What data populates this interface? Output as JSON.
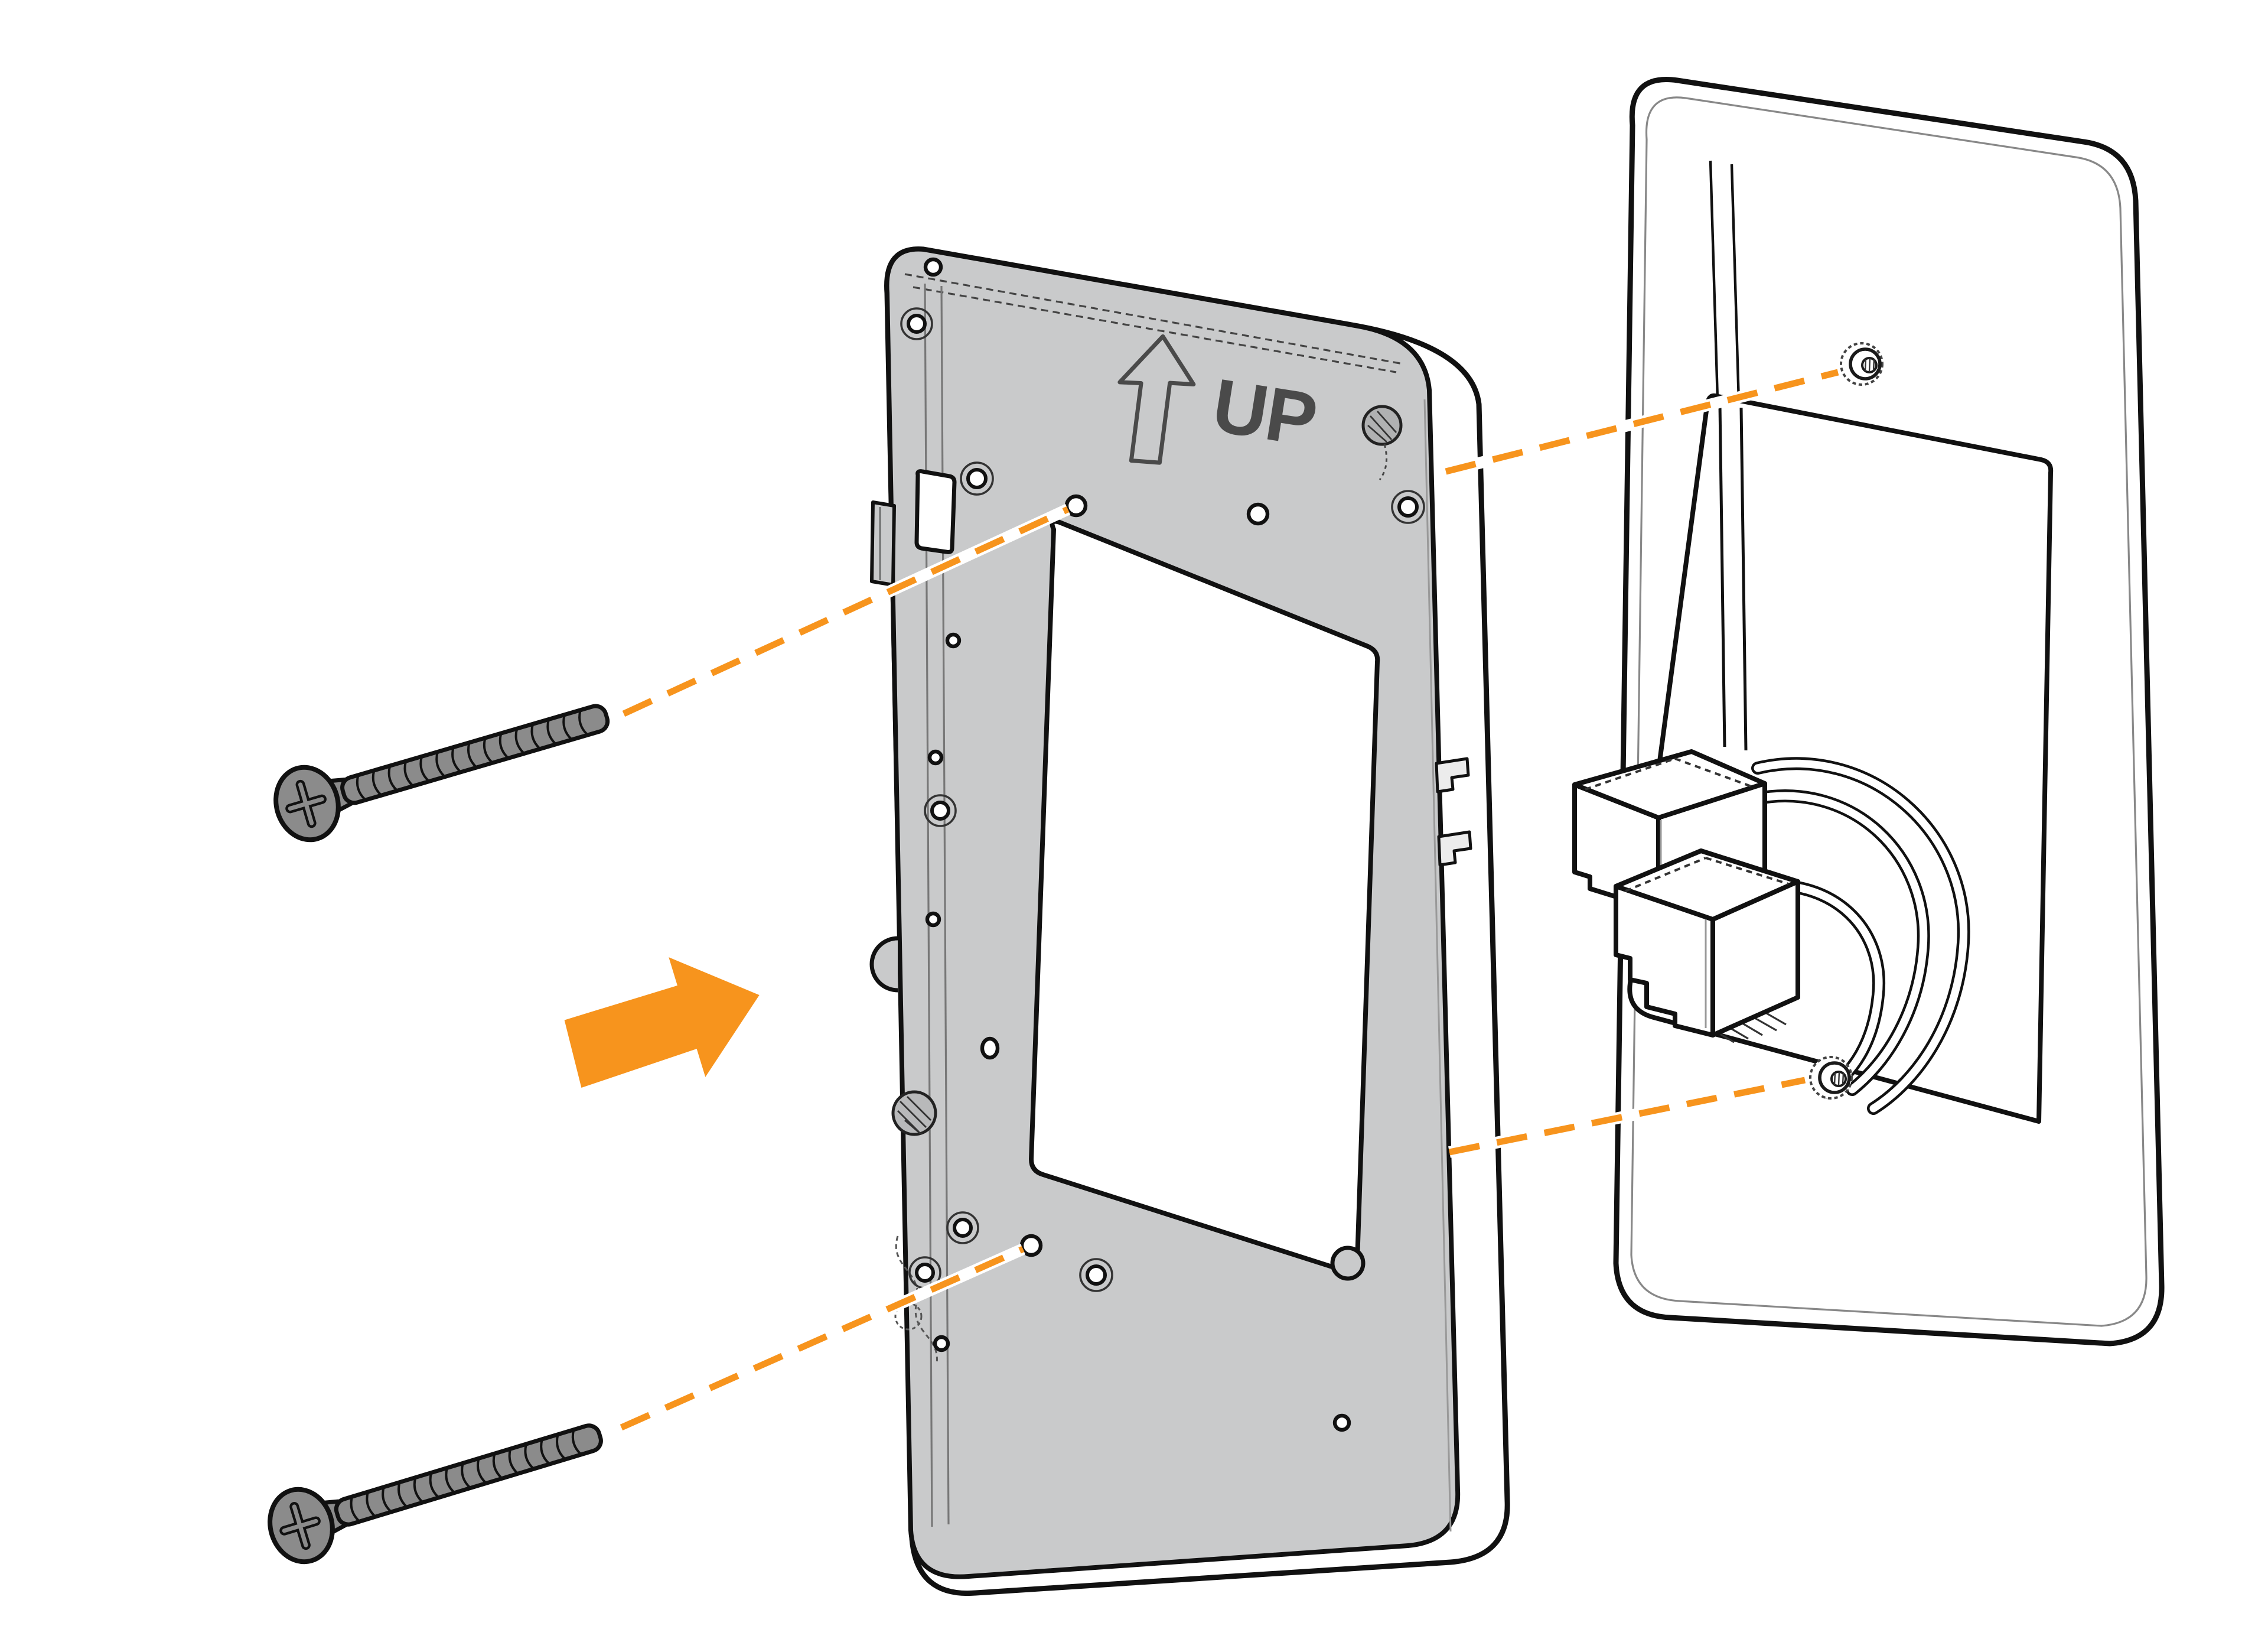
{
  "diagram": {
    "type": "installation-exploded-view",
    "description": "Mounting bracket aligned and inserted toward a wall plate using two screws",
    "orientation_label": "UP",
    "colors": {
      "accent_orange": "#F7941D",
      "bracket_gray": "#C9CACB",
      "screw_gray": "#8B8B8B",
      "outline_black": "#111111",
      "engraving_gray": "#4A4A4A",
      "background": "#FFFFFF"
    },
    "parts": [
      {
        "id": "screw-top",
        "label": "Phillips mounting screw (top)"
      },
      {
        "id": "screw-bottom",
        "label": "Phillips mounting screw (bottom)"
      },
      {
        "id": "mounting-bracket",
        "label": "Mounting bracket with UP marking"
      },
      {
        "id": "bracket-cutout",
        "label": "Bracket center cutout"
      },
      {
        "id": "wall-plate",
        "label": "Wall plate over junction box"
      },
      {
        "id": "wall-plate-opening",
        "label": "Junction box opening"
      },
      {
        "id": "ethernet-jack-upper",
        "label": "Ethernet keystone jack"
      },
      {
        "id": "ethernet-plug-lower",
        "label": "Ethernet RJ45 plug"
      },
      {
        "id": "ethernet-cables",
        "label": "Ethernet cables"
      },
      {
        "id": "threaded-hole-top",
        "label": "Wall plate threaded screw hole (top)"
      },
      {
        "id": "threaded-hole-bottom",
        "label": "Wall plate threaded screw hole (bottom)"
      },
      {
        "id": "insert-arrow",
        "label": "Insertion direction arrow"
      }
    ],
    "alignment_guides": {
      "count": 4,
      "style": "dashed",
      "color": "#F7941D"
    },
    "screw_count": 2
  }
}
